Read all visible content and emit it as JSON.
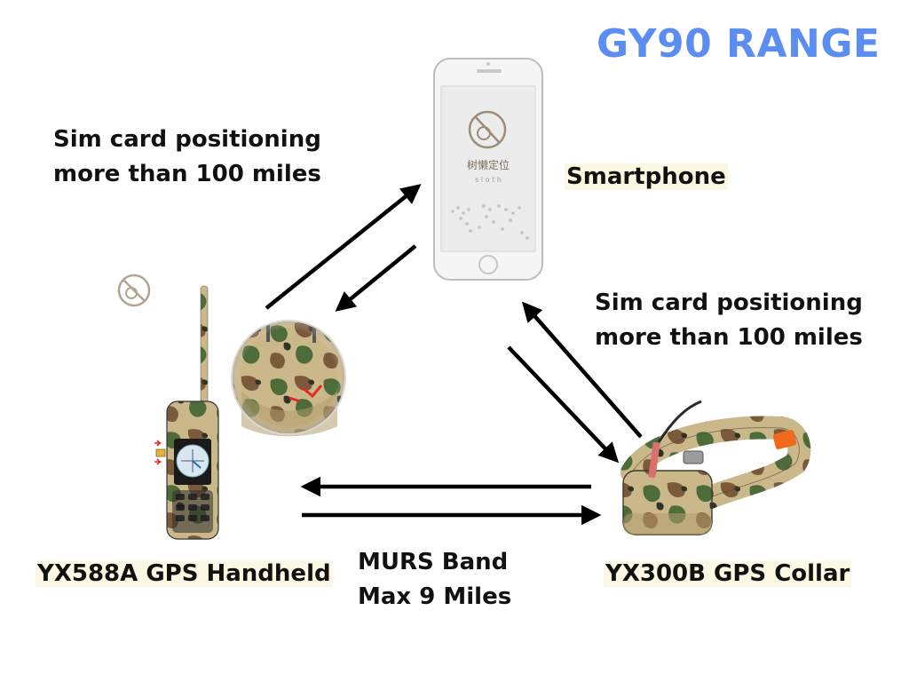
{
  "title": "GY90 RANGE",
  "smartphone": {
    "label": "Smartphone",
    "app_name_cn": "树懒定位",
    "app_name_en": "s l o t h"
  },
  "notes": {
    "left_line1": "Sim card positioning",
    "left_line2": "more than 100 miles",
    "right_line1": "Sim card positioning",
    "right_line2": "more than 100 miles",
    "murs_line1": "MURS Band",
    "murs_line2": "Max 9 Miles"
  },
  "devices": {
    "handheld_label": "YX588A GPS Handheld",
    "collar_label": "YX300B GPS Collar"
  },
  "colors": {
    "title": "#5b8ef0",
    "camo_light": "#cbb88a",
    "camo_green": "#4e6b3a",
    "camo_brown": "#7a5a3a",
    "camo_dark": "#2e3326",
    "arrow": "#000000",
    "label_bg": "#fbf8e3"
  }
}
